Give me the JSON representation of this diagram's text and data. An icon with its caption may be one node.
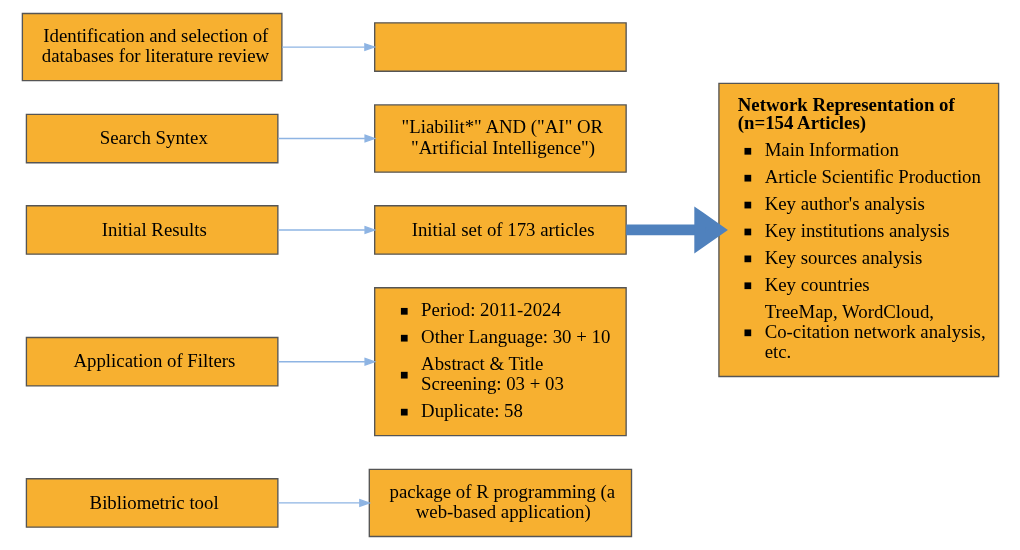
{
  "diagram": {
    "nodes": [
      {
        "text": [
          "Identification and selection of databases for literature review"
        ]
      },
      {
        "text": [],
        "shape": "box"
      },
      {
        "text": [
          "Search Syntex"
        ]
      },
      {
        "text": [
          "\"Liabilit*\" AND (\"AI\" OR \"Artificial Intelligence\")"
        ]
      },
      {
        "text": [
          "Initial Results"
        ]
      },
      {
        "text": [
          "Initial set of 173 articles"
        ]
      },
      {
        "text": [
          "Application of Filters"
        ]
      },
      {
        "text": [
          "Period: 2011-2024",
          "Other Language: 30 + 10",
          "Abstract & Title Screening: 03 + 03",
          "Duplicate: 58"
        ]
      },
      {
        "text": [
          "Bibliometric tool"
        ]
      },
      {
        "text": [
          "package of R programming (a web-based application)"
        ]
      },
      {
        "text": [
          "Network Representation of (n=154 Articles)",
          "Main Information",
          "Article Scientific Production",
          "Key author's analysis",
          "Key institutions analysis",
          "Key sources analysis",
          "Key countries",
          "TreeMap, WordCloud, Co-citation network analysis, etc."
        ]
      }
    ],
    "edges": [
      {
        "from": 0,
        "to": 1,
        "arrow": "to"
      },
      {
        "from": 2,
        "to": 3,
        "arrow": "to"
      },
      {
        "from": 4,
        "to": 5,
        "arrow": "to"
      },
      {
        "from": 6,
        "to": 7,
        "arrow": "to"
      },
      {
        "from": 8,
        "to": 9,
        "arrow": "to"
      },
      {
        "from": 5,
        "to": 10,
        "arrow": "to",
        "style": "thick",
        "color": "#4f81bd"
      }
    ]
  }
}
